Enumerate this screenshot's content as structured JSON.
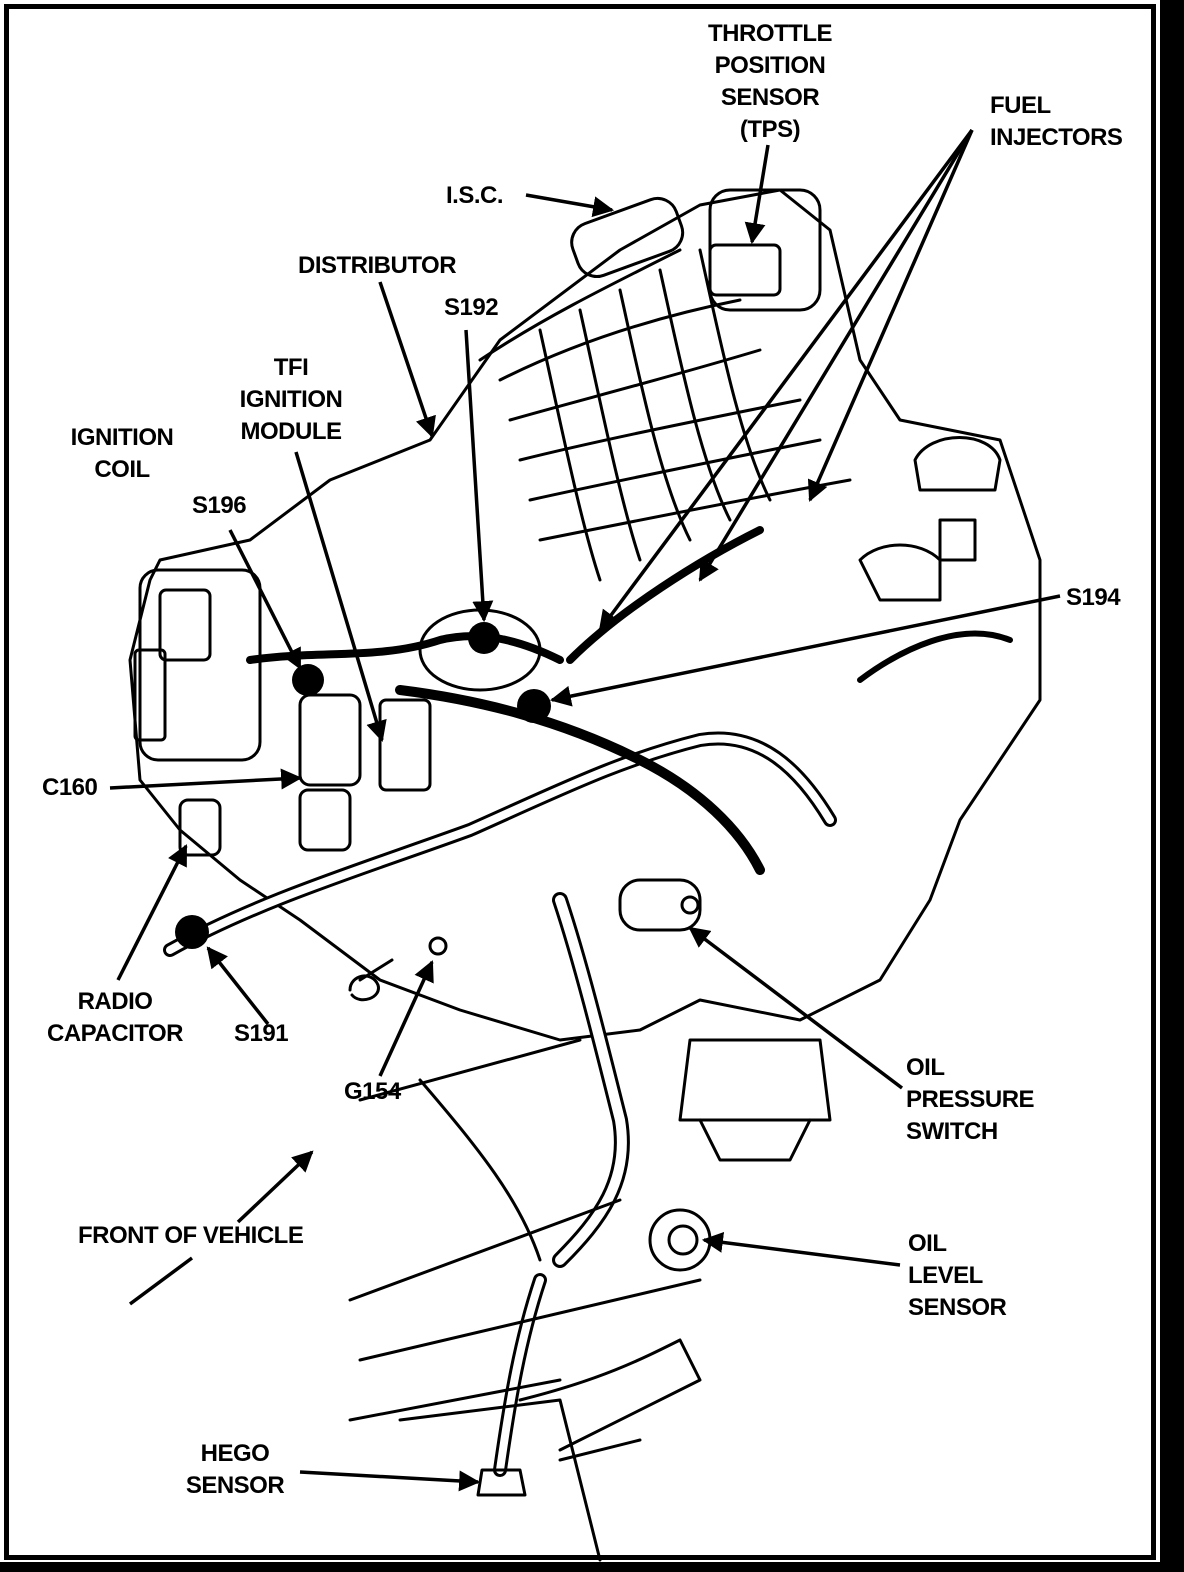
{
  "labels": {
    "tps": [
      "THROTTLE",
      "POSITION",
      "SENSOR",
      "(TPS)"
    ],
    "fuel_injectors": [
      "FUEL",
      "INJECTORS"
    ],
    "isc": "I.S.C.",
    "distributor": "DISTRIBUTOR",
    "s192": "S192",
    "tfi": [
      "TFI",
      "IGNITION",
      "MODULE"
    ],
    "ignition_coil": [
      "IGNITION",
      "COIL"
    ],
    "s196": "S196",
    "s194": "S194",
    "c160": "C160",
    "radio_capacitor": [
      "RADIO",
      "CAPACITOR"
    ],
    "s191": "S191",
    "g154": "G154",
    "oil_pressure_switch": [
      "OIL",
      "PRESSURE",
      "SWITCH"
    ],
    "front_of_vehicle": "FRONT OF VEHICLE",
    "oil_level_sensor": [
      "OIL",
      "LEVEL",
      "SENSOR"
    ],
    "hego_sensor": [
      "HEGO",
      "SENSOR"
    ]
  },
  "colors": {
    "ink": "#000000",
    "paper": "#ffffff"
  }
}
